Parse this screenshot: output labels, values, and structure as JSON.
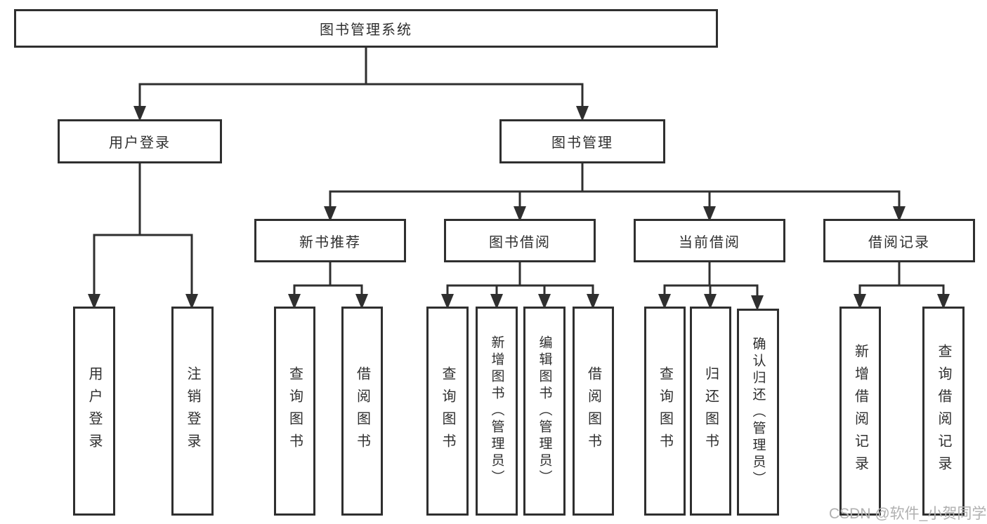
{
  "colors": {
    "line": "#2f2f2f",
    "border": "#2f2f2f",
    "text": "#2f2f2f",
    "background": "#ffffff",
    "watermark": "#b0b0b0"
  },
  "tree": {
    "root": {
      "label": "图书管理系统"
    },
    "branches": [
      {
        "label": "用户登录",
        "children": [
          {
            "label": "用户登录"
          },
          {
            "label": "注销登录"
          }
        ]
      },
      {
        "label": "图书管理",
        "children": [
          {
            "label": "新书推荐",
            "children": [
              {
                "label": "查询图书"
              },
              {
                "label": "借阅图书"
              }
            ]
          },
          {
            "label": "图书借阅",
            "children": [
              {
                "label": "查询图书"
              },
              {
                "label": "新增图书（管理员）"
              },
              {
                "label": "编辑图书（管理员）"
              },
              {
                "label": "借阅图书"
              }
            ]
          },
          {
            "label": "当前借阅",
            "children": [
              {
                "label": "查询图书"
              },
              {
                "label": "归还图书"
              },
              {
                "label": "确认归还（管理员）"
              }
            ]
          },
          {
            "label": "借阅记录",
            "children": [
              {
                "label": "新增借阅记录"
              },
              {
                "label": "查询借阅记录"
              }
            ]
          }
        ]
      }
    ]
  },
  "watermark": {
    "text": "CSDN @软件_小贺同学"
  }
}
